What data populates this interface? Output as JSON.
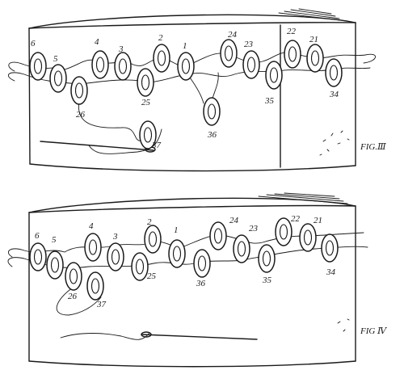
{
  "figures": [
    {
      "caption": "FIG.Ⅲ",
      "rings": [
        {
          "label": "6"
        },
        {
          "label": "5"
        },
        {
          "label": "26"
        },
        {
          "label": "4"
        },
        {
          "label": "3"
        },
        {
          "label": "2"
        },
        {
          "label": "25"
        },
        {
          "label": "1"
        },
        {
          "label": "24"
        },
        {
          "label": "23"
        },
        {
          "label": "36"
        },
        {
          "label": "37"
        },
        {
          "label": "22"
        },
        {
          "label": "21"
        },
        {
          "label": "35"
        },
        {
          "label": "34"
        }
      ]
    },
    {
      "caption": "FIG Ⅳ",
      "rings": [
        {
          "label": "6"
        },
        {
          "label": "5"
        },
        {
          "label": "4"
        },
        {
          "label": "3"
        },
        {
          "label": "26"
        },
        {
          "label": "37"
        },
        {
          "label": "25"
        },
        {
          "label": "2"
        },
        {
          "label": "1"
        },
        {
          "label": "24"
        },
        {
          "label": "23"
        },
        {
          "label": "36"
        },
        {
          "label": "35"
        },
        {
          "label": "22"
        },
        {
          "label": "21"
        },
        {
          "label": "34"
        }
      ]
    }
  ]
}
